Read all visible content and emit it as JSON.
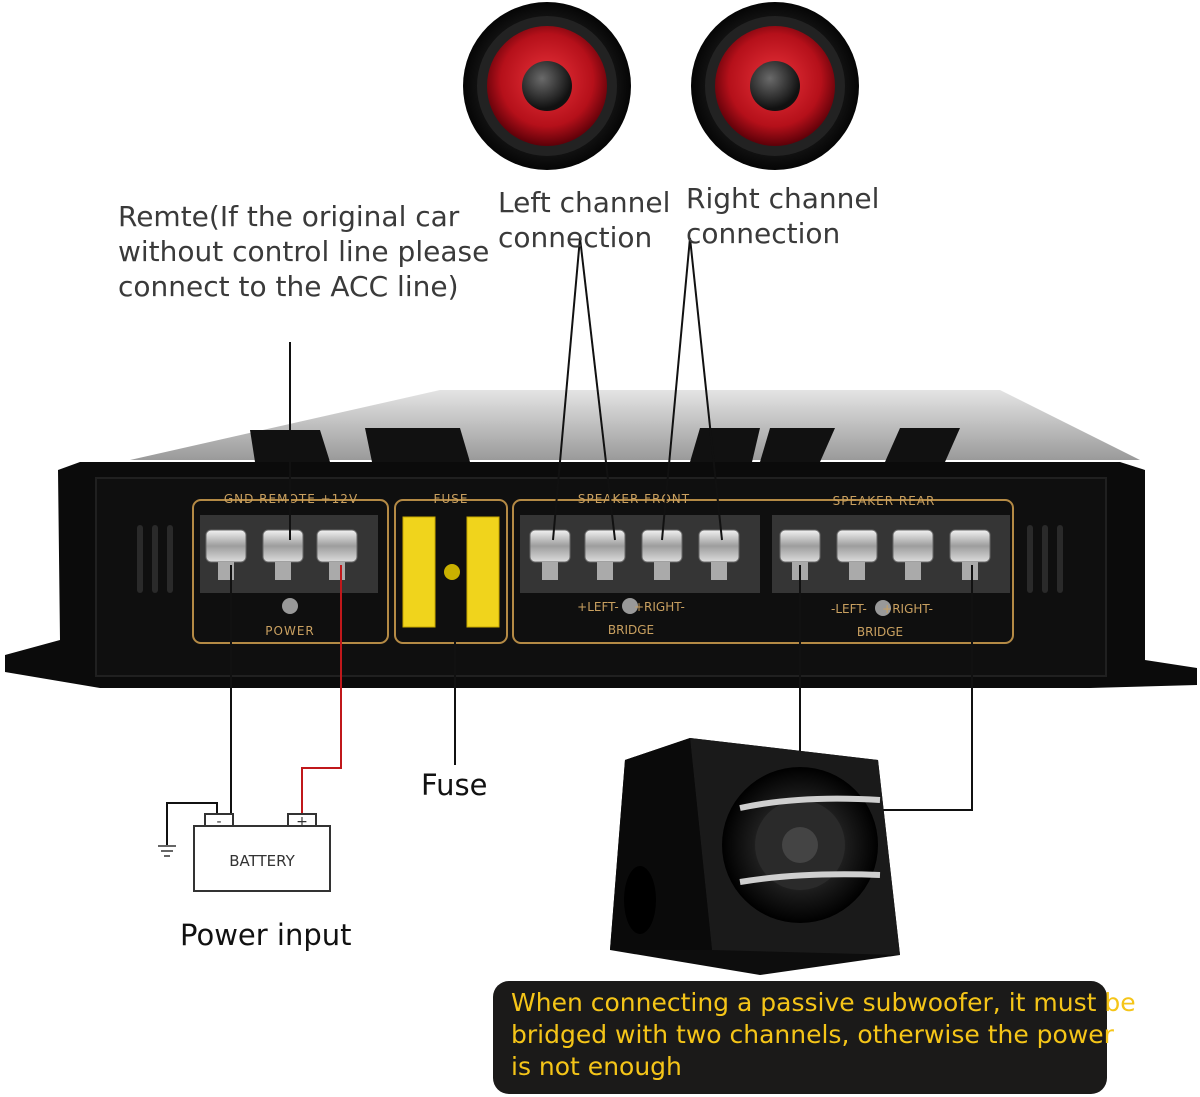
{
  "labels": {
    "remote": [
      "Remte(If the original car",
      "without control line please",
      "connect to the ACC line)"
    ],
    "left_channel": [
      "Left channel",
      "connection"
    ],
    "right_channel": [
      "Right channel",
      "connection"
    ],
    "fuse": "Fuse",
    "power_input": "Power input"
  },
  "panel": {
    "power_header": "GND REMOTE +12V",
    "fuse_header": "FUSE",
    "front_header": "SPEAKER FRONT",
    "rear_header": "SPEAKER REAR",
    "power_footer": "POWER",
    "front_lr": "+LEFT-    +RIGHT-",
    "rear_lr": "-LEFT-    +RIGHT-",
    "bridge": "BRIDGE"
  },
  "battery": {
    "label": "BATTERY",
    "minus": "-",
    "plus": "+"
  },
  "note": [
    "When connecting a passive subwoofer, it must be",
    "bridged with two channels, otherwise the power",
    "is not enough"
  ],
  "colors": {
    "amp_body": "#0e0e0e",
    "gold": "#b48a45",
    "wire_red": "#c0181b",
    "speaker_red": "#c1121c",
    "note_text": "#f5c518"
  },
  "icons": [
    "speaker-left-icon",
    "speaker-right-icon",
    "battery-icon",
    "ground-icon",
    "subwoofer-icon",
    "amplifier-icon",
    "fuse-icon"
  ]
}
